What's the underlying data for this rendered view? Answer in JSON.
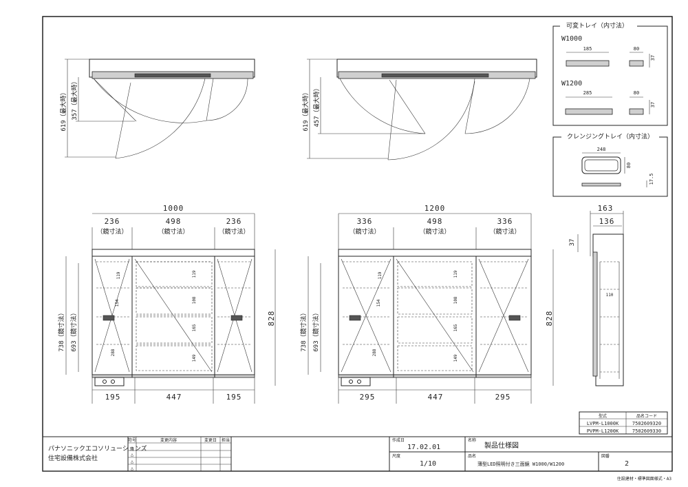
{
  "variable_tray": {
    "title": "可変トレイ（内寸法）",
    "w1000_label": "W1000",
    "w1000_width": "185",
    "w1000_depth": "80",
    "w1000_height": "37",
    "w1200_label": "W1200",
    "w1200_width": "285",
    "w1200_depth": "80",
    "w1200_height": "37"
  },
  "cleansing_tray": {
    "title": "クレンジングトレイ（内寸法）",
    "width": "248",
    "depth": "80",
    "height": "17.5"
  },
  "top_view_w1000": {
    "total_depth": "619（最大時）",
    "door_depth": "357（最大時）"
  },
  "top_view_w1200": {
    "total_depth": "619（最大時）",
    "door_depth": "457（最大時）"
  },
  "front_w1000": {
    "total_width": "1000",
    "left_width": "236",
    "center_width": "498",
    "right_width": "236",
    "mirror_label": "（鏡寸法）",
    "bottom_left": "195",
    "bottom_center": "447",
    "bottom_right": "195",
    "height_outer": "738（鏡寸法）",
    "height_inner": "693（鏡寸法）",
    "height_total": "828",
    "shelf_dims": [
      "119",
      "108",
      "165",
      "149",
      "154",
      "288",
      "119"
    ]
  },
  "front_w1200": {
    "total_width": "1200",
    "left_width": "336",
    "center_width": "498",
    "right_width": "336",
    "mirror_label": "（鏡寸法）",
    "bottom_left": "295",
    "bottom_center": "447",
    "bottom_right": "295",
    "height_outer": "738（鏡寸法）",
    "height_inner": "693（鏡寸法）",
    "height_total": "828",
    "shelf_dims": [
      "119",
      "108",
      "165",
      "149",
      "154",
      "288",
      "119"
    ]
  },
  "side_view": {
    "depth_total": "163",
    "depth_body": "136",
    "top_offset": "37",
    "shelf_depth": "110"
  },
  "model_table": {
    "header_model": "型式",
    "header_code": "品名コード",
    "rows": [
      {
        "model": "LVPM-L1000K",
        "code": "7502609320"
      },
      {
        "model": "PVPM-L1200K",
        "code": "7502609330"
      }
    ]
  },
  "title_block": {
    "company": "パナソニックエコソリューションズ",
    "division": "住宅設備株式会社",
    "rev_header": "符号",
    "change_header": "変更内容",
    "date_header": "変更日",
    "check_header": "担当",
    "rev_marks": [
      "△",
      "△",
      "△",
      "△"
    ],
    "created_label": "作成日",
    "created_date": "17.02.01",
    "scale_label": "尺度",
    "scale": "1/10",
    "name_label": "名称",
    "drawing_name": "製品仕様図",
    "product_label": "品名",
    "product_name": "薄型LED照明付き三面鏡 W1000/W1200",
    "number_label": "図番",
    "drawing_number": "2"
  },
  "footer": "住設建材・標準図面様式・A3"
}
